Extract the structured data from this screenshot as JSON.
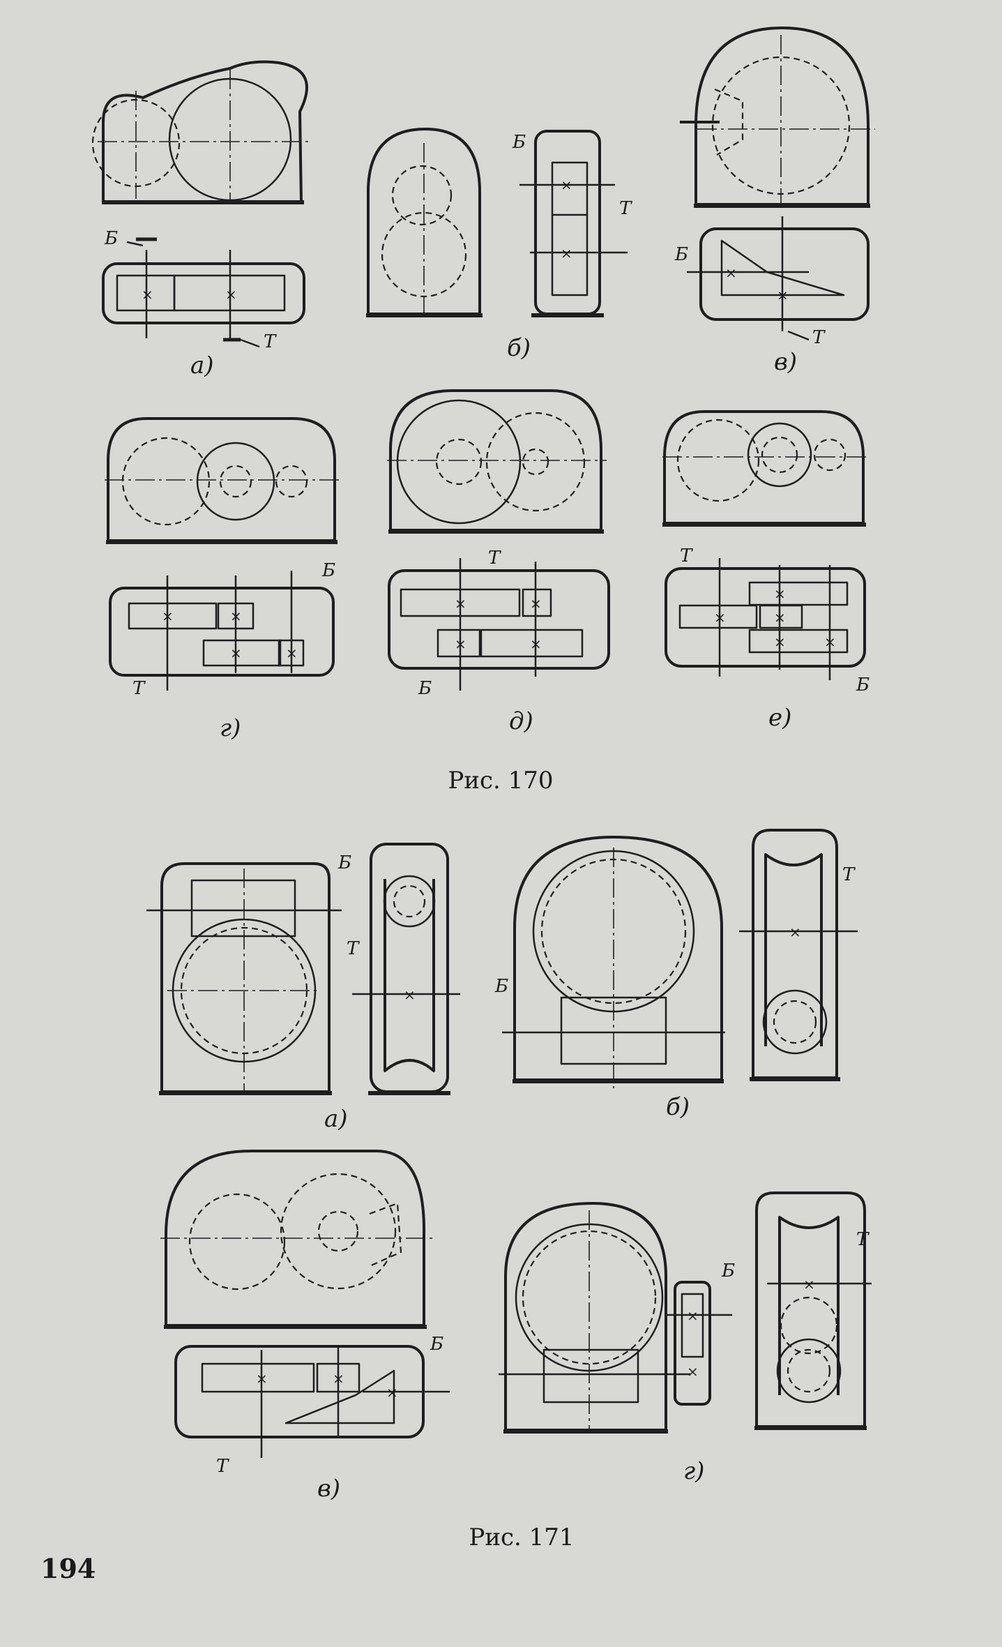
{
  "fig170": {
    "caption": "Рис. 170",
    "a": {
      "label": "а)",
      "b": "Б",
      "t": "Т"
    },
    "b": {
      "label": "б)",
      "b": "Б",
      "t": "Т"
    },
    "v": {
      "label": "в)",
      "b": "Б",
      "t": "Т"
    },
    "g": {
      "label": "г)",
      "b": "Б",
      "t": "Т"
    },
    "d": {
      "label": "д)",
      "b": "Б",
      "t": "Т"
    },
    "e": {
      "label": "е)",
      "b": "Б",
      "t": "Т"
    }
  },
  "fig171": {
    "caption": "Рис. 171",
    "a": {
      "label": "а)",
      "b": "Б",
      "t": "Т"
    },
    "b": {
      "label": "б)",
      "b": "Б",
      "t": "Т"
    },
    "v": {
      "label": "в)",
      "b": "Б",
      "t": "Т"
    },
    "g": {
      "label": "г)",
      "b": "Б",
      "t": "Т"
    }
  },
  "page_number": "194"
}
